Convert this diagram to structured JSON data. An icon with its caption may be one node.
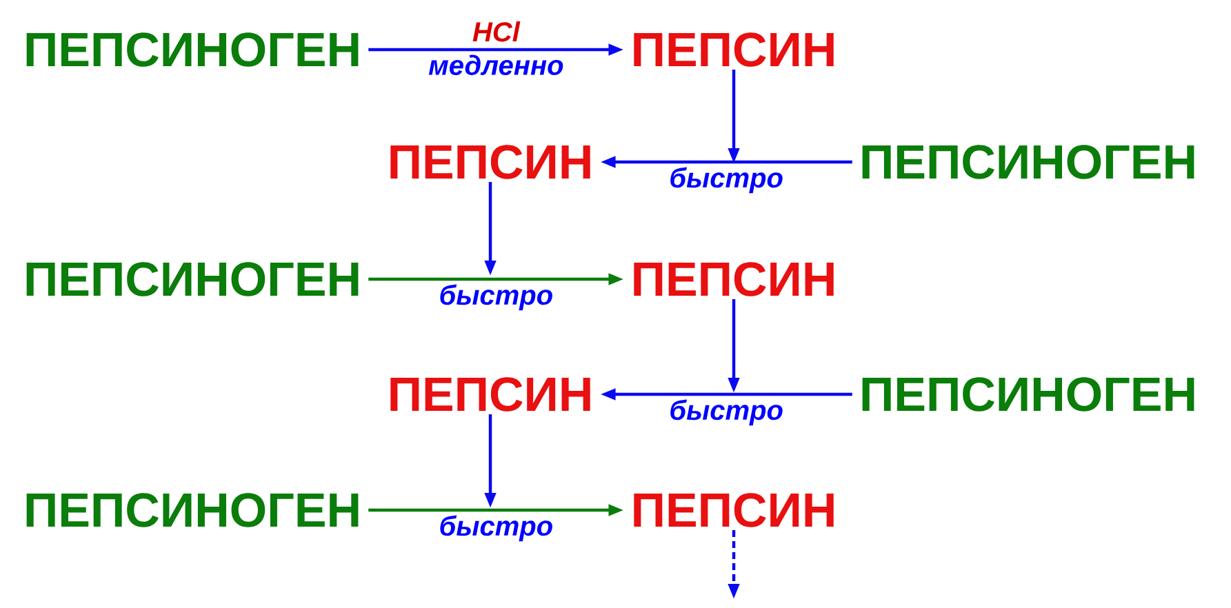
{
  "diagram": {
    "nodes": [
      {
        "text": [
          "ПЕПСИНОГЕН"
        ]
      },
      {
        "text": [
          "ПЕПСИН"
        ]
      },
      {
        "text": [
          "ПЕПСИН"
        ]
      },
      {
        "text": [
          "ПЕПСИНОГЕН"
        ]
      },
      {
        "text": [
          "ПЕПСИНОГЕН"
        ]
      },
      {
        "text": [
          "ПЕПСИН"
        ]
      },
      {
        "text": [
          "ПЕПСИН"
        ]
      },
      {
        "text": [
          "ПЕПСИНОГЕН"
        ]
      },
      {
        "text": [
          "ПЕПСИНОГЕН"
        ]
      },
      {
        "text": [
          "ПЕПСИН"
        ]
      }
    ],
    "edges": [
      {
        "from": 0,
        "to": 1,
        "arrow": "to",
        "label": "HCl"
      },
      {
        "from": 1,
        "to": null,
        "arrow": "to"
      },
      {
        "from": 3,
        "to": 2,
        "arrow": "to",
        "label": "быстро"
      },
      {
        "from": 2,
        "to": null,
        "arrow": "to"
      },
      {
        "from": 4,
        "to": 5,
        "arrow": "to",
        "label": "быстро",
        "color": "#0a7d0a"
      },
      {
        "from": 5,
        "to": null,
        "arrow": "to"
      },
      {
        "from": 7,
        "to": 6,
        "arrow": "to",
        "label": "быстро"
      },
      {
        "from": 6,
        "to": null,
        "arrow": "to"
      },
      {
        "from": 8,
        "to": 9,
        "arrow": "to",
        "label": "быстро",
        "color": "#0a7d0a"
      },
      {
        "from": 9,
        "to": null,
        "arrow": "to",
        "style": "dashed"
      }
    ],
    "labels": [
      "медленно"
    ]
  }
}
